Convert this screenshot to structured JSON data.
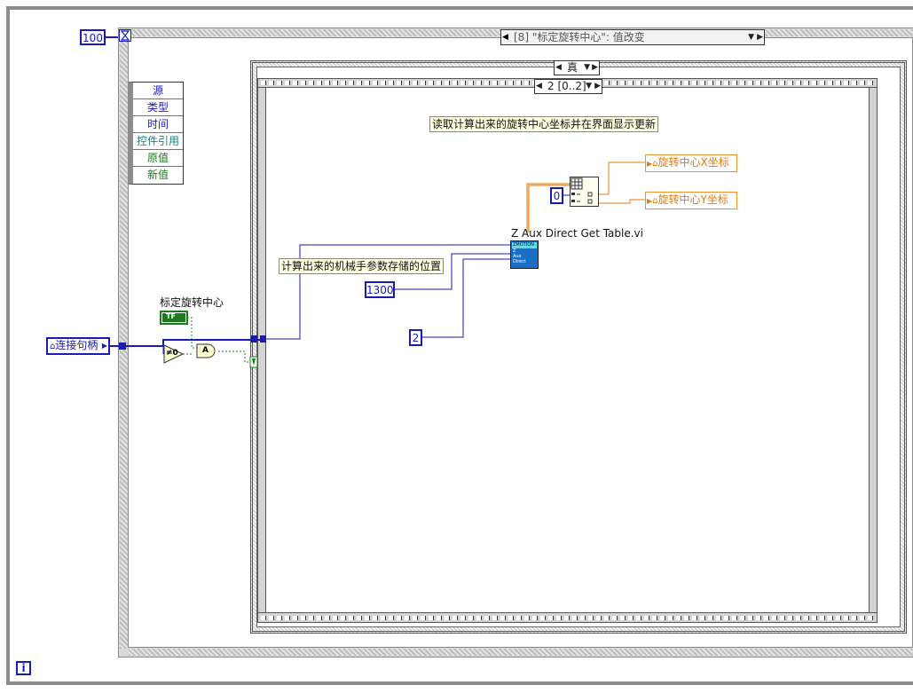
{
  "loop": {
    "count_constant": "100",
    "iteration_icon": "i"
  },
  "event_structure": {
    "selector_label": "[8] \"标定旋转中心\": 值改变",
    "event_data_items": [
      {
        "label": "源",
        "color": "#1a1ab4"
      },
      {
        "label": "类型",
        "color": "#1a1ab4"
      },
      {
        "label": "时间",
        "color": "#1a1ab4"
      },
      {
        "label": "控件引用",
        "color": "#168080"
      },
      {
        "label": "原值",
        "color": "#1d7a1d"
      },
      {
        "label": "新值",
        "color": "#1d7a1d"
      }
    ]
  },
  "case_structure": {
    "selector_label": "真"
  },
  "sequence_structure": {
    "selector_label": "2 [0..2]"
  },
  "controls": {
    "connection_handle_label": "连接句柄",
    "calibrate_label": "标定旋转中心",
    "bool_terminal_text": "TF"
  },
  "nodes": {
    "not_equal_zero": "≠0",
    "and_gate": "A",
    "subvi_name": "Z Aux Direct Get Table.vi",
    "subvi_icon_text": [
      "ZMOTION",
      "Z",
      "Aux",
      "Direct"
    ]
  },
  "constants": {
    "index": "0",
    "start_pos": "1300",
    "count": "2"
  },
  "comments": {
    "read_comment": "读取计算出来的旋转中心坐标并在界面显示更新",
    "position_comment": "计算出来的机械手参数存储的位置"
  },
  "indicators": {
    "x_label": "旋转中心X坐标",
    "y_label": "旋转中心Y坐标"
  },
  "colors": {
    "refnum_wire": "#1a1ab4",
    "array_wire": "#e07a10",
    "bool_wire": "#1d7a1d",
    "structure_gray": "#8c8c8c"
  }
}
